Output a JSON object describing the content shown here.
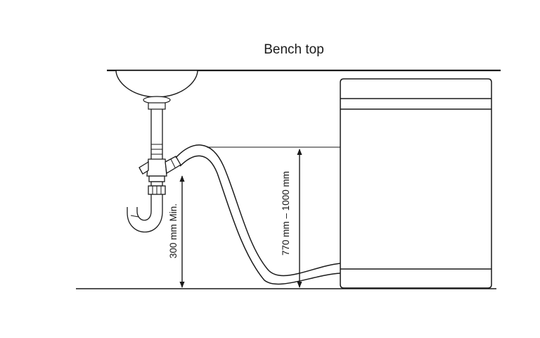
{
  "labels": {
    "bench_top": "Bench top",
    "min_height": "300 mm Min.",
    "max_range": "770 mm – 1000 mm"
  },
  "colors": {
    "line": "#1a1a1a",
    "background": "#ffffff"
  }
}
